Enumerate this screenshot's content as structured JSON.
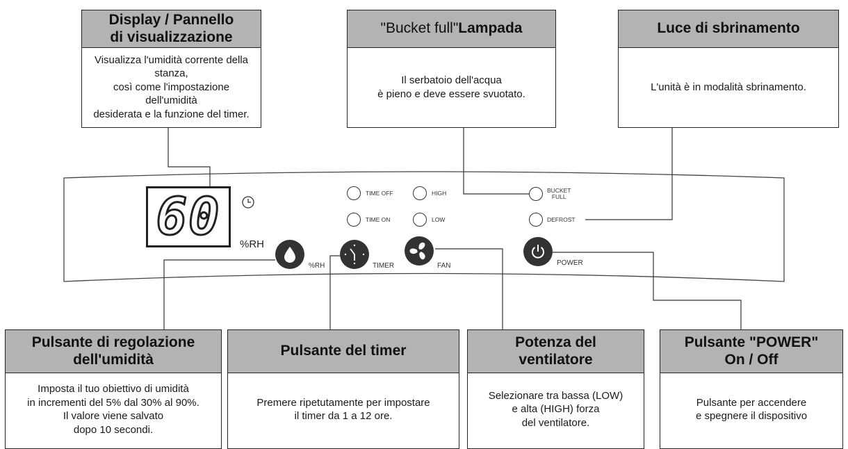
{
  "callouts": {
    "display": {
      "title_line1": "Display / Pannello",
      "title_line2": "di visualizzazione",
      "text": "Visualizza l'umidità corrente della stanza,\ncosì come l'impostazione dell'umidità\ndesiderata e la funzione del timer."
    },
    "bucket": {
      "title_light": "\"Bucket full\"",
      "title_bold": "Lampada",
      "text": "Il serbatoio dell'acqua\nè pieno e deve essere svuotato."
    },
    "defrost": {
      "title": "Luce di sbrinamento",
      "text": "L'unità è in modalità sbrinamento."
    },
    "humidity": {
      "title_line1": "Pulsante di regolazione",
      "title_line2": "dell'umidità",
      "text": "Imposta il tuo obiettivo di umidità\nin incrementi del 5% dal 30% al 90%.\nIl valore viene salvato\ndopo 10 secondi."
    },
    "timer": {
      "title": "Pulsante del timer",
      "text": "Premere ripetutamente per impostare\nil timer da 1 a 12 ore."
    },
    "fan": {
      "title_line1": "Potenza del",
      "title_line2": "ventilatore",
      "text": "Selezionare tra bassa (LOW)\ne alta (HIGH) forza\ndel ventilatore."
    },
    "power": {
      "title_line1": "Pulsante \"POWER\"",
      "title_line2": "On / Off",
      "text": "Pulsante per accendere\ne spegnere il dispositivo"
    }
  },
  "panel": {
    "display_value": "60",
    "display_unit": "%RH",
    "indicators": {
      "time_off": "TIME OFF",
      "high": "HIGH",
      "time_on": "TIME ON",
      "low": "LOW",
      "bucket_line1": "BUCKET",
      "bucket_line2": "FULL",
      "defrost": "DEFROST"
    },
    "buttons": {
      "humidity": "%RH",
      "timer": "TIMER",
      "fan": "FAN",
      "power": "POWER"
    },
    "icons": [
      "clock-icon",
      "water-drop-icon",
      "timer-dial-icon",
      "fan-icon",
      "power-icon"
    ]
  }
}
